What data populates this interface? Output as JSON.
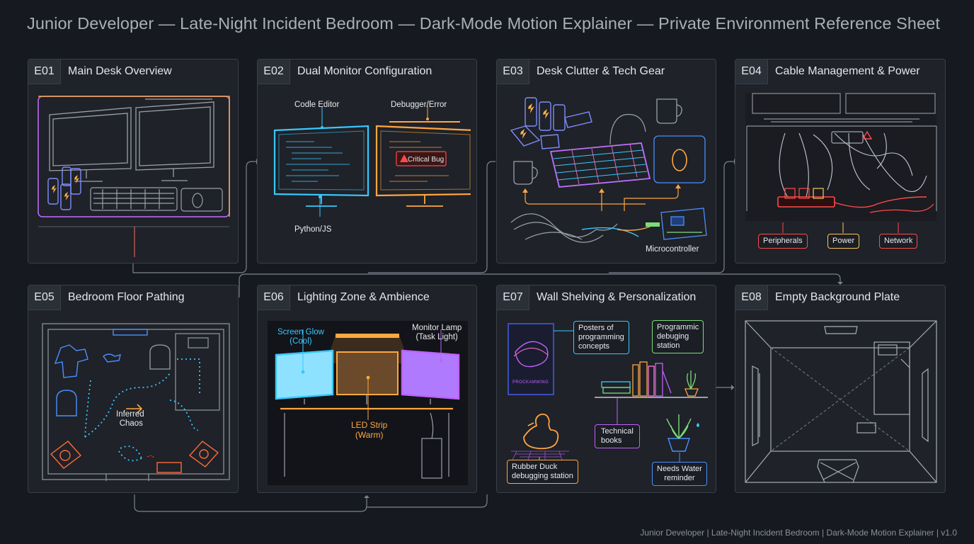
{
  "header": {
    "title": "Junior Developer — Late-Night Incident Bedroom — Dark-Mode Motion Explainer — Private Environment Reference Sheet"
  },
  "footer": {
    "text": "Junior Developer | Late-Night Incident Bedroom | Dark-Mode Motion Explainer | v1.0"
  },
  "panels": [
    {
      "code": "E01",
      "title": "Main Desk Overview"
    },
    {
      "code": "E02",
      "title": "Dual Monitor Configuration",
      "labels": {
        "code_editor": "Codle Editor",
        "debugger": "Debugger/Error",
        "critical_bug": "Critical Bug",
        "python_js": "Python/JS"
      }
    },
    {
      "code": "E03",
      "title": "Desk Clutter & Tech Gear",
      "labels": {
        "microcontroller": "Microcontroller"
      }
    },
    {
      "code": "E04",
      "title": "Cable Management & Power",
      "labels": {
        "peripherals": "Peripherals",
        "power": "Power",
        "network": "Network"
      }
    },
    {
      "code": "E05",
      "title": "Bedroom Floor Pathing",
      "labels": {
        "inferred_chaos_1": "Inferred",
        "inferred_chaos_2": "Chaos"
      }
    },
    {
      "code": "E06",
      "title": "Lighting Zone & Ambience",
      "labels": {
        "screen_glow_1": "Screen Glow",
        "screen_glow_2": "(Cool)",
        "monitor_lamp_1": "Monitor Lamp",
        "monitor_lamp_2": "(Task Light)",
        "led_strip_1": "LED Strip",
        "led_strip_2": "(Warm)"
      }
    },
    {
      "code": "E07",
      "title": "Wall Shelving & Personalization",
      "labels": {
        "posters_1": "Posters of",
        "posters_2": "programming",
        "posters_3": "concepts",
        "station_1": "Programmic",
        "station_2": "debuging",
        "station_3": "station",
        "books_1": "Technical",
        "books_2": "books",
        "duck_1": "Rubber Duck",
        "duck_2": "debugging station",
        "water_1": "Needs Water",
        "water_2": "reminder",
        "poster_text": "PROCKAMWING"
      }
    },
    {
      "code": "E08",
      "title": "Empty Background Plate"
    }
  ],
  "colors": {
    "background": "#16191f",
    "panel": "#1f2228",
    "cyan": "#39c8ff",
    "orange": "#ffa640",
    "magenta": "#c060ff",
    "red": "#ff4a4a",
    "yellow": "#ffc65a",
    "blue": "#4a8fff",
    "green": "#7ddc7a"
  },
  "icons": [
    "monitor-icon",
    "keyboard-icon",
    "mouse-icon",
    "energy-drink-icon",
    "mug-icon",
    "warning-icon",
    "power-strip-icon",
    "microcontroller-icon",
    "backpack-icon",
    "rubber-duck-icon",
    "plant-icon",
    "book-icon",
    "lamp-icon"
  ]
}
